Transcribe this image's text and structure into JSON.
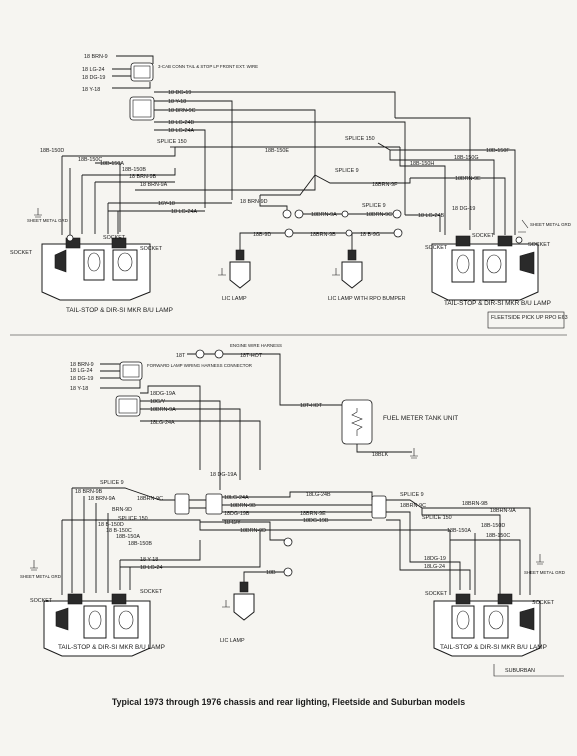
{
  "caption": "Typical 1973 through 1976 chassis and rear lighting, Fleetside and Suburban models",
  "top": {
    "left_wires": [
      "18 BRN-9",
      "18 LG-24",
      "18 DG-19",
      "18 Y-18"
    ],
    "connector_note": "3-CAB CONN TAIL & STOP LP FRONT EXT. WIRE",
    "mid_wires": [
      "18 DG-19",
      "18 Y-18",
      "18 BRN-9C",
      "18 LG-24B",
      "18 LG-24A"
    ],
    "splice150": "SPLICE 150",
    "splice150_right": "SPLICE 150",
    "w_18b150e": "18B-150E",
    "w_18b150d": "18B-150D",
    "w_18b150c": "18B-150C",
    "w_18b150a": "18B-150A",
    "w_18b150b": "18B-150B",
    "w_18brn9b": "18 BRN-9B",
    "w_18brn9a": "18 BRN-9A",
    "w_18b150f": "18B-150F",
    "w_18b150g": "18B-150G",
    "w_18b150h": "18B-150H",
    "w_18brn9e": "18BRN-9E",
    "w_18brn9f": "18BRN-9F",
    "splice9": "SPLICE 9",
    "splice9b": "SPLICE 9",
    "w_16y18": "16Y-18",
    "w_18lg24a": "18 LG-24A",
    "w_18lg24b": "18 LG-24B",
    "w_18brn9d": "18 BRN-9D",
    "w_18brn9a_b": "18BRN-9A",
    "w_18brn9c": "18BRN-9C",
    "w_18b9d": "18B-9D",
    "w_18brn9b_b": "18BRN-9B",
    "w_18b9g": "18 B-9G",
    "w_18dg19": "18 DG-19",
    "sheet_metal_gnd": "SHEET METAL GRD",
    "socket": "SOCKET",
    "lamp_left": "TAIL-STOP & DIR-SI MKR B/U LAMP",
    "lamp_right": "TAIL-STOP & DIR-SI MKR B/U LAMP",
    "lic_lamp": "LIC LAMP",
    "lic_lamp_bumper": "LIC LAMP WITH RPO BUMPER",
    "model_label": "FLEETSIDE PICK UP RPO E63"
  },
  "bottom": {
    "engine_wiring": "ENGINE WIRE HARNESS",
    "w_18t": "18T",
    "w_18t_hot": "18T-HOT",
    "w_18t_hot2": "18T-HOT",
    "fwd_lamp_note": "FORWARD LAMP WIRING HARNESS CONNECTOR",
    "left_wires": [
      "18 BRN-9",
      "18 LG-24",
      "18 DG-19",
      "18 Y-18"
    ],
    "mid_wires": [
      "18DG-19A",
      "18G/Y",
      "18BRN-9A",
      "18LG-24A"
    ],
    "fuel_meter": "FUEL METER TANK UNIT",
    "w_18blk": "18BLK",
    "w_18dg19a": "18 DG-19A",
    "w_18lg24a": "18LG-24A",
    "w_18brn9b": "18BRN-9B",
    "w_18dg19b": "18DG-19B",
    "w_18gy": "18 G/Y",
    "w_18lg24b": "18LG-24B",
    "w_18brn9e": "18BRN-9E",
    "w_18brn9d": "18BRN-9D",
    "splice9_l": "SPLICE 9",
    "w_18brn9b_l": "18 BRN-9B",
    "w_18brn9a_l": "18 BRN-9A",
    "w_18brn9c_l": "18BRN-9C",
    "w_brn9d_l": "BRN-9D",
    "splice150_l": "SPLICE 150",
    "w_18b150d_l": "18 B-150D",
    "w_18b150c_l": "18 B-150C",
    "w_18b150a_l": "18B-150A",
    "w_18b150b_l": "18B-150B",
    "w_18y18_l": "18 Y-18",
    "w_18lg24_l": "18 LG-24",
    "splice9_r": "SPLICE 9",
    "w_18brn9b_r": "18BRN-9B",
    "w_18brn9a_r": "18BRN-9A",
    "w_18brn9c_r": "18BRN-9C",
    "splice150_r": "SPLICE 150",
    "w_18b150a_r": "18B-150A",
    "w_18b150d_r": "18B-150D",
    "w_18b150c_r": "18B-150C",
    "w_18dg19_r": "18DG-19",
    "w_18lg24_r": "18LG-24",
    "w_18brn9d_c": "18BRN-9D",
    "w_18b": "18B",
    "sheet_metal_gnd": "SHEET METAL GRD",
    "socket": "SOCKET",
    "lamp_left": "TAIL-STOP & DIR-SI MKR B/U LAMP",
    "lamp_right": "TAIL-STOP & DIR-SI MKR B/U LAMP",
    "lic_lamp": "LIC LAMP",
    "model_label": "SUBURBAN"
  }
}
